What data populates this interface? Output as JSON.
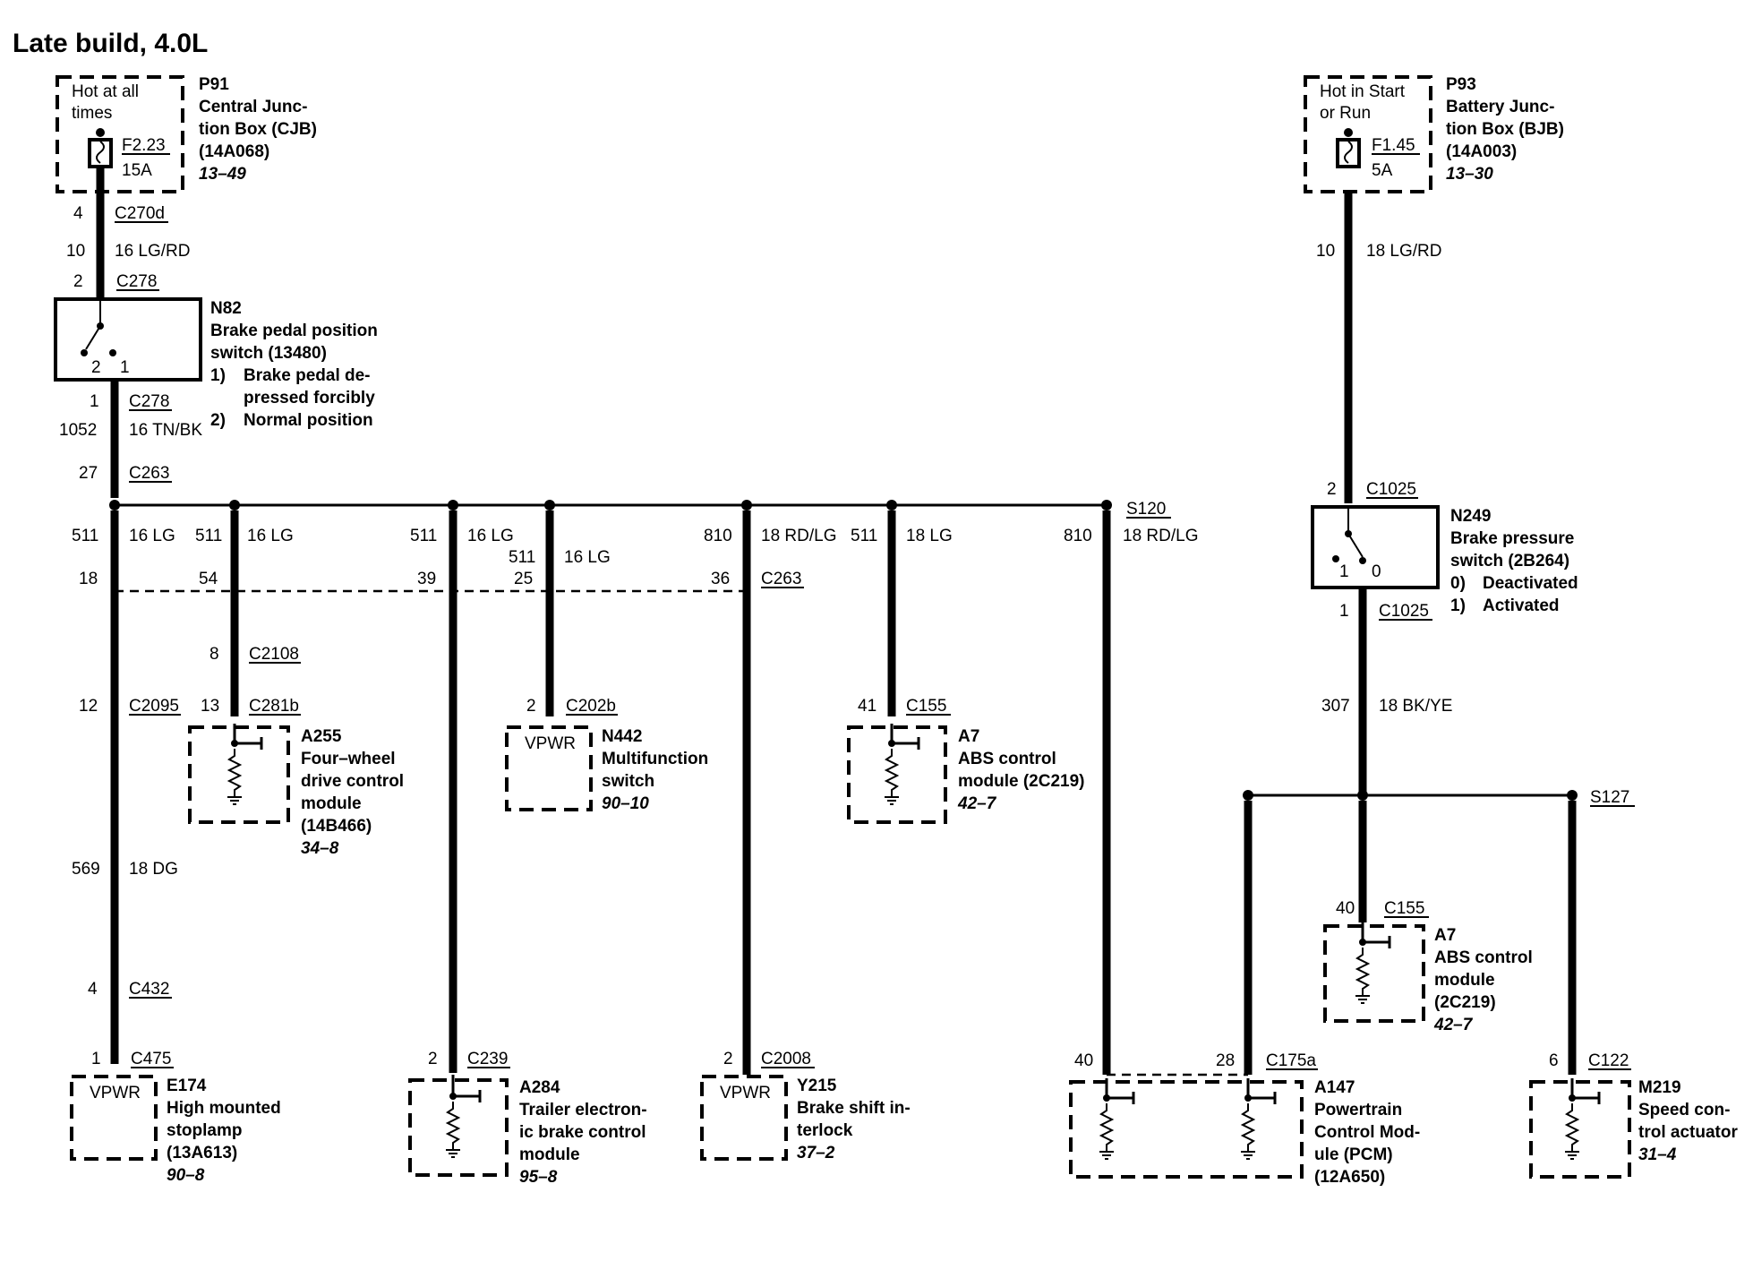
{
  "title": "Late build, 4.0L",
  "p91": {
    "hot": [
      "Hot at all",
      "times"
    ],
    "fuse": "F2.23",
    "amp": "15A",
    "lines": [
      "P91",
      "Central Junc-",
      "tion Box (CJB)",
      "(14A068)"
    ],
    "ref": "13–49"
  },
  "p93": {
    "hot": [
      "Hot in Start",
      "or Run"
    ],
    "fuse": "F1.45",
    "amp": "5A",
    "lines": [
      "P93",
      "Battery Junc-",
      "tion Box (BJB)",
      "(14A003)"
    ],
    "ref": "13–30"
  },
  "n82": {
    "lines": [
      "N82",
      "Brake pedal position",
      "switch (13480)"
    ],
    "states": [
      [
        "1)",
        "Brake pedal de-"
      ],
      [
        "",
        "pressed forcibly"
      ],
      [
        "2)",
        "Normal position"
      ]
    ],
    "pins": [
      "2",
      "1"
    ]
  },
  "n249": {
    "lines": [
      "N249",
      "Brake pressure",
      "switch (2B264)"
    ],
    "states": [
      [
        "0)",
        "Deactivated"
      ],
      [
        "1)",
        "Activated"
      ]
    ],
    "pins": [
      "1",
      "0"
    ]
  },
  "wires": {
    "w10a": {
      "num": "10",
      "spec": "16 LG/RD"
    },
    "w1052": {
      "num": "1052",
      "spec": "16 TN/BK"
    },
    "w511a": {
      "num": "511",
      "spec": "16 LG"
    },
    "w511b": {
      "num": "511",
      "spec": "16 LG"
    },
    "w511c": {
      "num": "511",
      "spec": "16 LG"
    },
    "w511d": {
      "num": "511",
      "spec": "16 LG"
    },
    "w810a": {
      "num": "810",
      "spec": "18 RD/LG"
    },
    "w511e": {
      "num": "511",
      "spec": "18 LG"
    },
    "w810b": {
      "num": "810",
      "spec": "18 RD/LG"
    },
    "w569": {
      "num": "569",
      "spec": "18 DG"
    },
    "w10b": {
      "num": "10",
      "spec": "18 LG/RD"
    },
    "w307": {
      "num": "307",
      "spec": "18 BK/YE"
    }
  },
  "connectors": {
    "c270d": {
      "pin": "4",
      "name": "C270d"
    },
    "c278a": {
      "pin": "2",
      "name": "C278"
    },
    "c278b": {
      "pin": "1",
      "name": "C278"
    },
    "c263a": {
      "pin": "27",
      "name": "C263"
    },
    "c263_pins": [
      "18",
      "54",
      "39",
      "25",
      "36"
    ],
    "c263b": {
      "name": "C263"
    },
    "c2108": {
      "pin": "8",
      "name": "C2108"
    },
    "c2095": {
      "pin": "12",
      "name": "C2095"
    },
    "c281b": {
      "pin": "13",
      "name": "C281b"
    },
    "c202b": {
      "pin": "2",
      "name": "C202b"
    },
    "c155a": {
      "pin": "41",
      "name": "C155"
    },
    "c432": {
      "pin": "4",
      "name": "C432"
    },
    "c475": {
      "pin": "1",
      "name": "C475"
    },
    "c239": {
      "pin": "2",
      "name": "C239"
    },
    "c2008": {
      "pin": "2",
      "name": "C2008"
    },
    "c1025a": {
      "pin": "2",
      "name": "C1025"
    },
    "c1025b": {
      "pin": "1",
      "name": "C1025"
    },
    "c155b": {
      "pin": "40",
      "name": "C155"
    },
    "c175a": {
      "pin1": "40",
      "pin2": "28",
      "name": "C175a"
    },
    "c122": {
      "pin": "6",
      "name": "C122"
    }
  },
  "splices": {
    "s120": "S120",
    "s127": "S127"
  },
  "components": {
    "a255": {
      "lines": [
        "A255",
        "Four–wheel",
        "drive control",
        "module",
        "(14B466)"
      ],
      "ref": "34–8"
    },
    "n442": {
      "vpwr": "VPWR",
      "lines": [
        "N442",
        "Multifunction",
        "switch"
      ],
      "ref": "90–10"
    },
    "a7a": {
      "lines": [
        "A7",
        "ABS control",
        "module (2C219)"
      ],
      "ref": "42–7"
    },
    "a7b": {
      "lines": [
        "A7",
        "ABS control",
        "module",
        "(2C219)"
      ],
      "ref": "42–7"
    },
    "e174": {
      "vpwr": "VPWR",
      "lines": [
        "E174",
        "High mounted",
        "stoplamp",
        "(13A613)"
      ],
      "ref": "90–8"
    },
    "a284": {
      "lines": [
        "A284",
        "Trailer electron-",
        "ic brake control",
        "module"
      ],
      "ref": "95–8"
    },
    "y215": {
      "vpwr": "VPWR",
      "lines": [
        "Y215",
        "Brake shift in-",
        "terlock"
      ],
      "ref": "37–2"
    },
    "a147": {
      "lines": [
        "A147",
        "Powertrain",
        "Control Mod-",
        "ule (PCM)",
        "(12A650)"
      ],
      "ref": ""
    },
    "m219": {
      "lines": [
        "M219",
        "Speed con-",
        "trol actuator"
      ],
      "ref": "31–4"
    }
  }
}
